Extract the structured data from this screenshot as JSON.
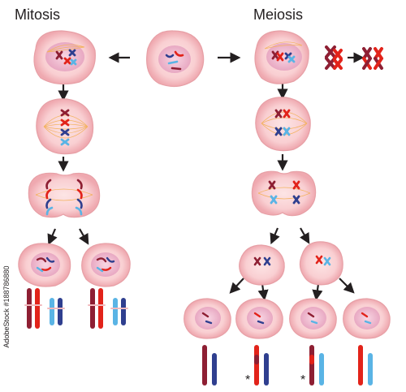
{
  "titles": {
    "mitosis": "Mitosis",
    "meiosis": "Meiosis"
  },
  "stock_id": "AdobeStock #188786880",
  "marker": "*",
  "colors": {
    "cell_outer": "#f2b9bd",
    "cell_inner": "#fde3e3",
    "cell_stroke": "#e7a0a6",
    "nucleus": "#f3c2d4",
    "spindle": "#f3b25e",
    "chrom_dark_red": "#8e1f33",
    "chrom_red": "#e2231a",
    "chrom_dark_blue": "#2f3f8f",
    "chrom_light_blue": "#5ab4e5",
    "arrow": "#231f20"
  }
}
